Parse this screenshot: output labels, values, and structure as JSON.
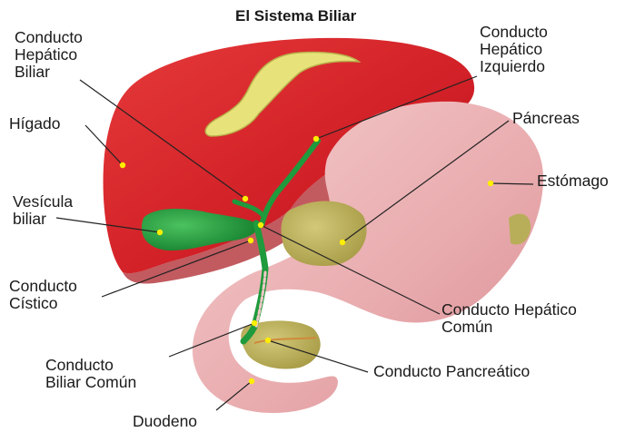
{
  "title": "El Sistema Biliar",
  "labels": {
    "hepatic_bile_duct": "Conducto\nHepático\nBiliar",
    "left_hepatic_duct": "Conducto\nHepático\nIzquierdo",
    "liver": "Hígado",
    "pancreas": "Páncreas",
    "stomach": "Estómago",
    "gallbladder": "Vesícula\nbiliar",
    "cystic_duct": "Conducto\nCístico",
    "common_hepatic_duct": "Conducto Hepático\nComún",
    "common_bile_duct": "Conducto\nBiliar Común",
    "pancreatic_duct": "Conducto Pancreático",
    "duodenum": "Duodeno"
  },
  "colors": {
    "liver": "#d9242a",
    "liver_shadow": "#a8161c",
    "stomach": "#eab2b4",
    "gallbladder": "#1f9a3c",
    "pancreas": "#b8ae5a",
    "hepatic_vessel": "#e8e27a",
    "marker": "#ffee00",
    "leader": "#222222"
  }
}
